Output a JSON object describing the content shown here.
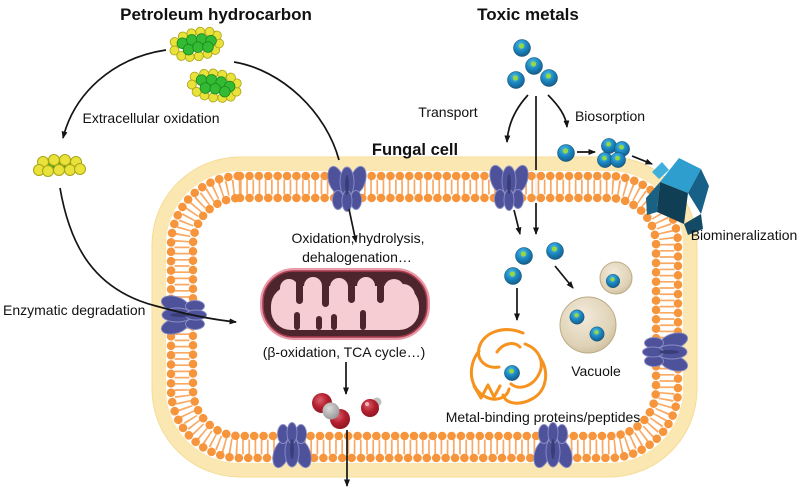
{
  "figure": {
    "title_left": "Petroleum hydrocarbon",
    "title_right": "Toxic metals",
    "cell_label": "Fungal cell",
    "labels": {
      "extracellular_oxidation": "Extracellular oxidation",
      "enzymatic_degradation": "Enzymatic degradation",
      "transport": "Transport",
      "biosorption": "Biosorption",
      "biomineralization": "Biomineralization",
      "intracellular_reactions_line1": "Oxidation, hydrolysis,",
      "intracellular_reactions_line2": "dehalogenation…",
      "mitochondrion_caption": "(β-oxidation, TCA cycle…)",
      "vacuole": "Vacuole",
      "metal_binding": "Metal-binding proteins/peptides"
    },
    "colors": {
      "membrane_cream": "#FBE7B2",
      "membrane_orange": "#F6953C",
      "membrane_tail_orange": "#F9A45C",
      "transporter_blue": "#4E529B",
      "metal_ion_blue": "#1B85C0",
      "metal_ion_highlight": "#96D93E",
      "hydrocarbon_green": "#33BB33",
      "hydrocarbon_yellow": "#E8E23A",
      "mitochondrion_pink": "#F7CDD4",
      "mitochondrion_dark": "#4C262C",
      "vacuole_beige": "#DFD2B6",
      "protein_orange": "#F6921E",
      "crystal_teal": "#17536F",
      "co2_red": "#B5202F"
    }
  }
}
